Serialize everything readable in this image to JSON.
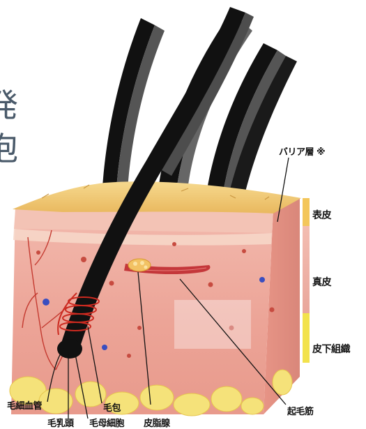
{
  "partial_text": [
    "発",
    "泡"
  ],
  "labels": {
    "barrier": "バリア層 ※",
    "epidermis": "表皮",
    "dermis": "真皮",
    "subcutis": "皮下組織",
    "capillary": "毛細血管",
    "follicle": "毛包",
    "papilla": "毛乳頭",
    "matrix": "毛母細胞",
    "sebaceous": "皮脂腺",
    "arrector": "起毛筋"
  },
  "colors": {
    "epidermis": "#f3c65a",
    "dermis": "#e9a79c",
    "subcutis": "#f2e24c",
    "hair": "#111111"
  }
}
